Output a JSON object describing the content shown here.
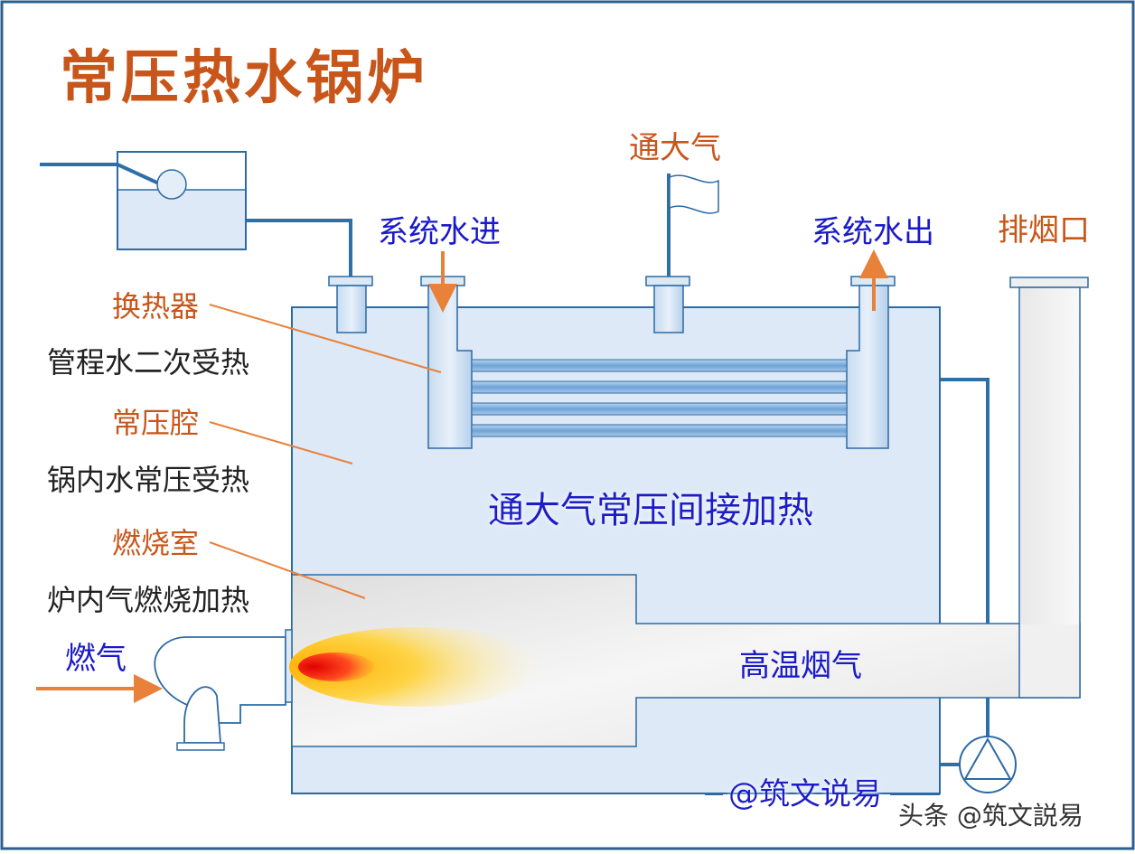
{
  "title": "常压热水锅炉",
  "labels": {
    "atmosphere": "通大气",
    "system_water_in": "系统水进",
    "system_water_out": "系统水出",
    "exhaust_port": "排烟口",
    "heat_exchanger": "换热器",
    "heat_exchanger_desc": "管程水二次受热",
    "atmospheric_chamber": "常压腔",
    "atmospheric_chamber_desc": "锅内水常压受热",
    "combustion_chamber": "燃烧室",
    "combustion_chamber_desc": "炉内气燃烧加热",
    "gas": "燃气",
    "center_caption": "通大气常压间接加热",
    "hot_flue_gas": "高温烟气",
    "signature": "@筑文说易",
    "watermark": "头条 @筑文説易"
  },
  "colors": {
    "orange": "#c8561a",
    "blue_label": "#1a1ac8",
    "pipe": "#2f6fa8",
    "tank_fill": "#dde9f6",
    "tank_stroke": "#2d6aa3",
    "flue_fill": "#ececec",
    "arrow": "#e8813a",
    "frame": "#2d5f8c"
  }
}
